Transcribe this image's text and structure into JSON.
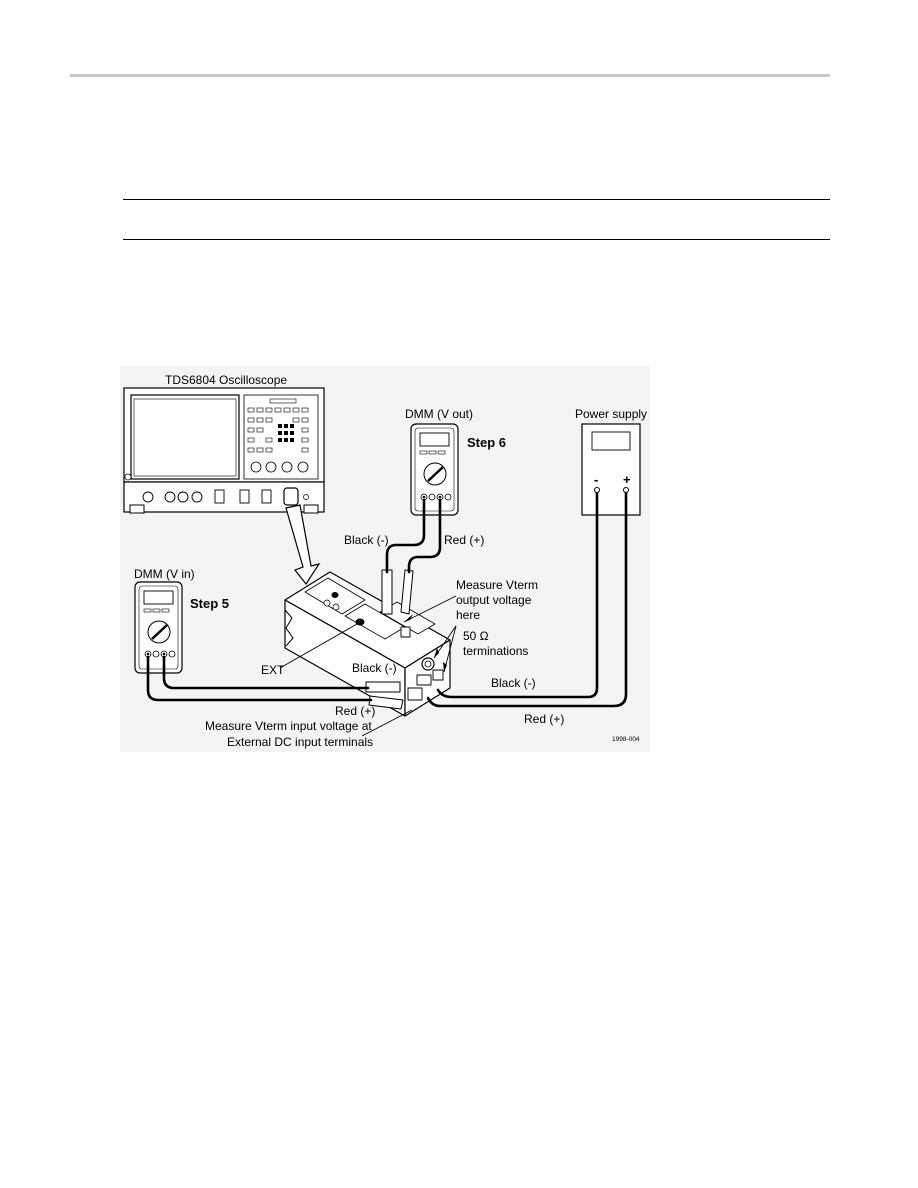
{
  "diagram": {
    "oscilloscope_label": "TDS6804 Oscilloscope",
    "dmm_out_label": "DMM (V out)",
    "step6_label": "Step 6",
    "power_supply_label": "Power supply",
    "ps_minus_label": "-",
    "ps_plus_label": "+",
    "dmm_in_label": "DMM (V in)",
    "step5_label": "Step 5",
    "black_minus_top": "Black (-)",
    "red_plus_top": "Red (+)",
    "measure_output_line1": "Measure Vterm",
    "measure_output_line2": "output  voltage",
    "measure_output_line3": "here",
    "terminations_line1": "50 Ω",
    "terminations_line2": "terminations",
    "ext_label": "EXT",
    "black_minus_mid": "Black (-)",
    "black_minus_right": "Black (-)",
    "red_plus_mid": "Red (+)",
    "red_plus_right": "Red (+)",
    "measure_input_line1": "Measure Vterm input voltage at",
    "measure_input_line2": "External DC input terminals",
    "figure_id": "1998-004"
  }
}
